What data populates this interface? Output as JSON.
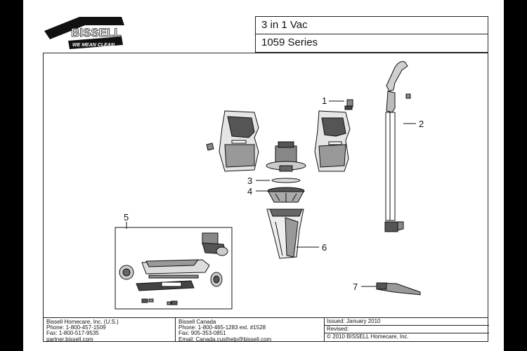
{
  "brand": {
    "name": "BISSELL",
    "tagline": "WE MEAN CLEAN"
  },
  "product": {
    "name": "3 in 1 Vac",
    "series": "1059 Series"
  },
  "callouts": [
    "1",
    "2",
    "3",
    "4",
    "5",
    "6",
    "7"
  ],
  "footer": {
    "us": {
      "company": "Bissell Homecare, Inc. (U.S.)",
      "phone": "Phone: 1-800-457-1509",
      "fax": "Fax: 1-800-517-9535",
      "web": "partner.bissell.com"
    },
    "canada": {
      "company": "Bissell Canada",
      "phone": "Phone: 1-800-465-1283 ext. #1528",
      "fax": "Fax: 905-353-0851",
      "email": "Email: Canada.custhelp@bissell.com"
    },
    "issued": "Issued: January 2010",
    "revised": "Revised:",
    "copyright": "© 2010 BISSELL Homecare, Inc."
  }
}
